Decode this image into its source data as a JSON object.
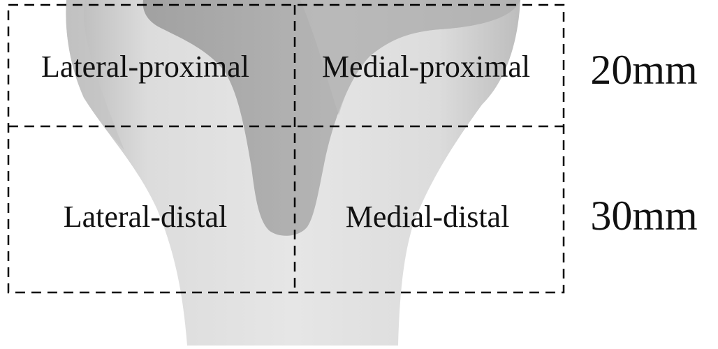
{
  "regions": {
    "lateral_proximal": "Lateral-proximal",
    "medial_proximal": "Medial-proximal",
    "lateral_distal": "Lateral-distal",
    "medial_distal": "Medial-distal"
  },
  "dimensions": {
    "proximal_height": "20mm",
    "distal_height": "30mm"
  },
  "colors": {
    "bone": "#dcdcdc",
    "bone_shadow": "#b9b9b9",
    "stem": "#a9a9a9",
    "dashed_line": "#000000",
    "text": "#111111",
    "background": "#ffffff"
  },
  "icons": {
    "bone": "tibia-bone-illustration",
    "implant": "tibial-component-implant"
  }
}
